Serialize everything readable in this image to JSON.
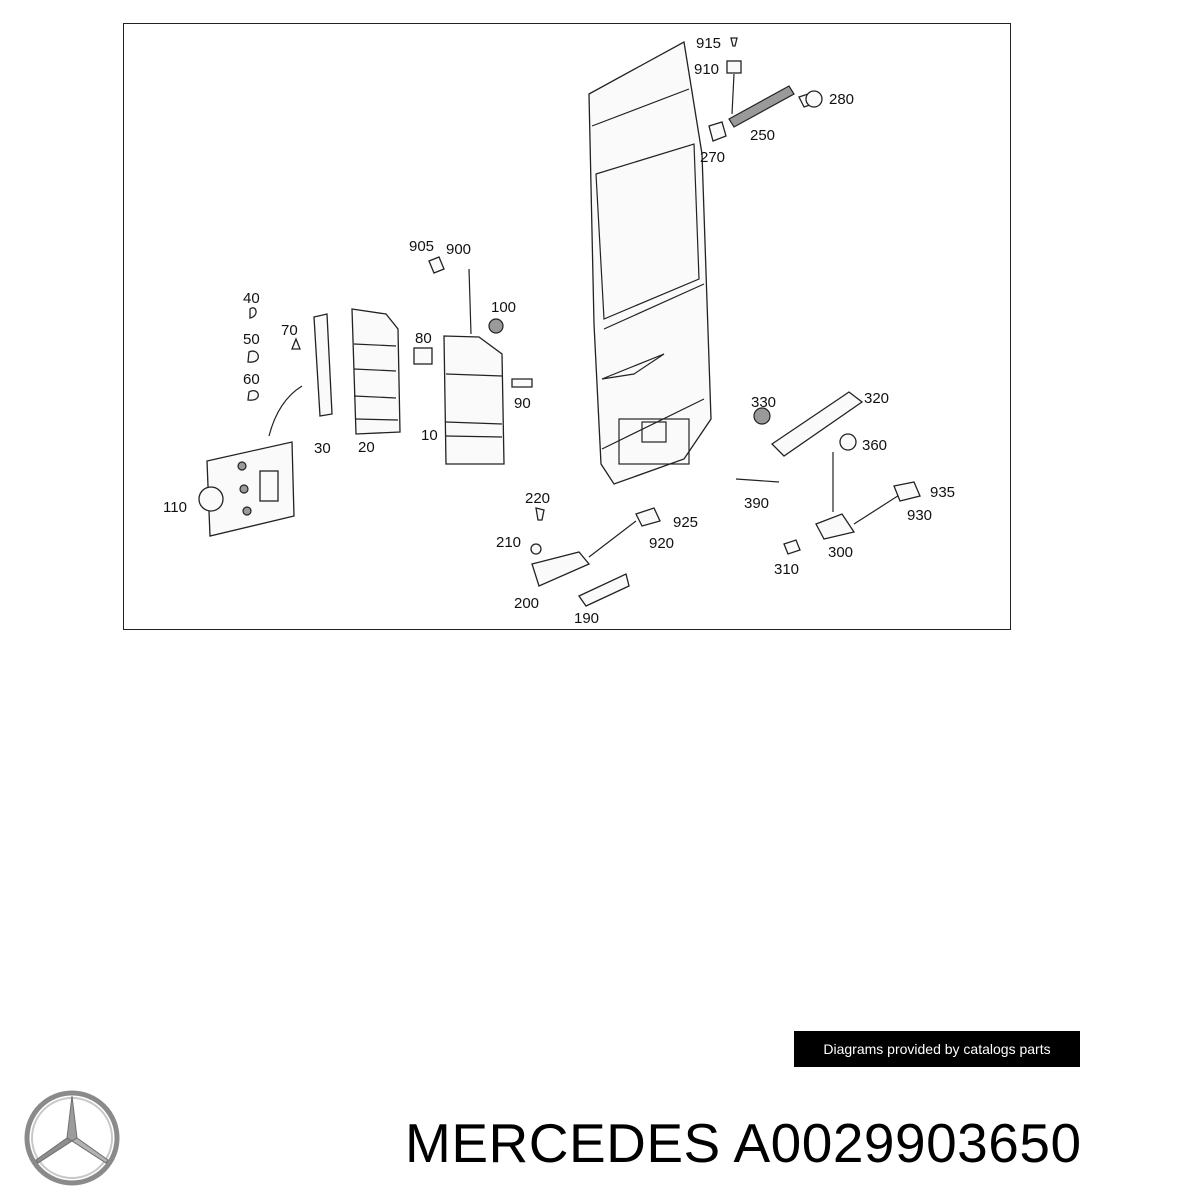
{
  "diagram": {
    "callouts": {
      "c915": "915",
      "c910": "910",
      "c280": "280",
      "c250": "250",
      "c270": "270",
      "c905": "905",
      "c900": "900",
      "c40": "40",
      "c70": "70",
      "c50": "50",
      "c80": "80",
      "c100": "100",
      "c60": "60",
      "c90": "90",
      "c30": "30",
      "c20": "20",
      "c10": "10",
      "c330": "330",
      "c320": "320",
      "c360": "360",
      "c110": "110",
      "c390": "390",
      "c220": "220",
      "c935": "935",
      "c925": "925",
      "c930": "930",
      "c210": "210",
      "c920": "920",
      "c300": "300",
      "c310": "310",
      "c200": "200",
      "c190": "190"
    }
  },
  "credit": {
    "text": "Diagrams provided by catalogs parts"
  },
  "brand": {
    "logo_icon": "mercedes-star-icon"
  },
  "title": {
    "text": "MERCEDES A0029903650"
  }
}
